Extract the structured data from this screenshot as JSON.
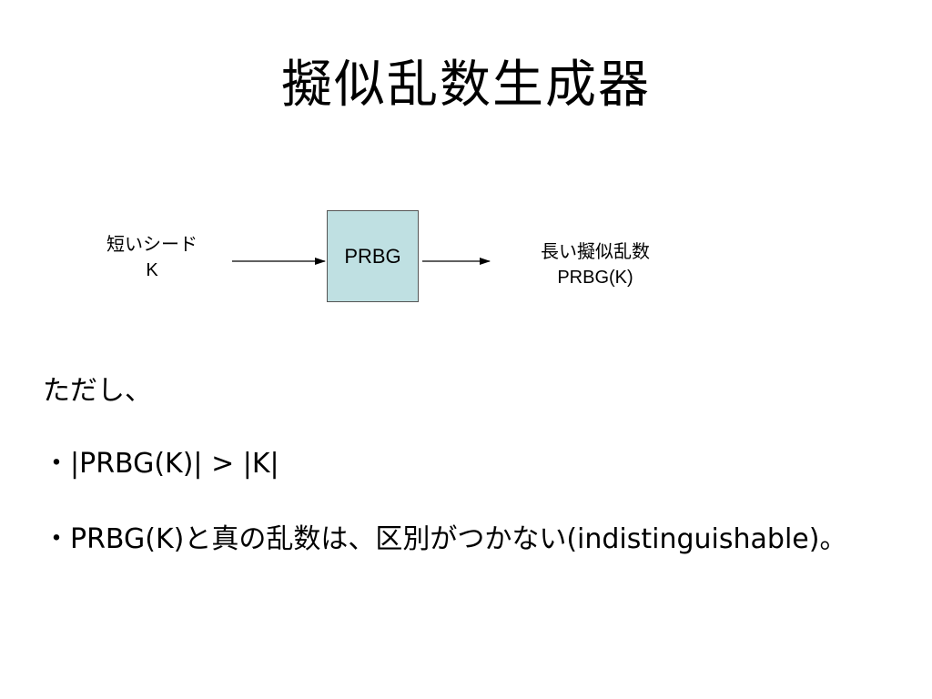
{
  "slide": {
    "title": "擬似乱数生成器"
  },
  "diagram": {
    "input_label_line1": "短いシード",
    "input_label_line2": "K",
    "box_label": "PRBG",
    "output_label_line1": "長い擬似乱数",
    "output_label_line2": "PRBG(K)",
    "box_color": "#bfe0e2"
  },
  "body": {
    "intro": "ただし、",
    "bullet_1": "・|PRBG(K)| > |K|",
    "bullet_2": "・PRBG(K)と真の乱数は、区別がつかない(indistinguishable)。"
  }
}
